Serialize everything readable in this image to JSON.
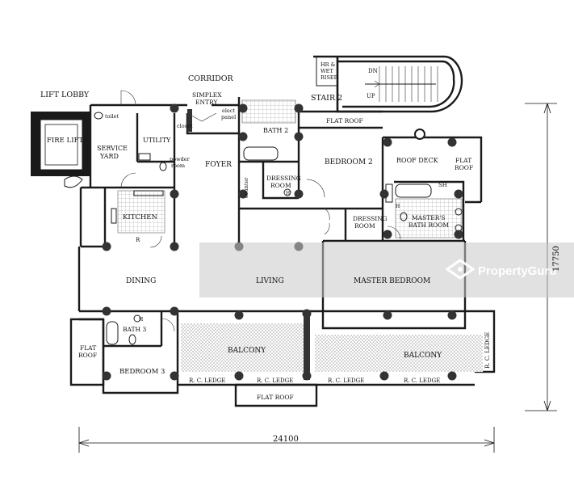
{
  "labels": {
    "lift_lobby": "LIFT LOBBY",
    "corridor": "CORRIDOR",
    "stair2": "STAIR 2",
    "hr_wet_riser_1": "HR &",
    "hr_wet_riser_2": "WET",
    "hr_wet_riser_3": "RISER",
    "dn": "DN",
    "up": "UP",
    "toilet": "toilet",
    "fire_lift": "FIRE LIFT",
    "service_yard_1": "SERVICE",
    "service_yard_2": "YARD",
    "utility": "UTILITY",
    "closet": "closet",
    "powder_room_1": "powder",
    "powder_room_2": "room",
    "simplex_entry_1": "SIMPLEX",
    "simplex_entry_2": "ENTRY",
    "elect_panel_1": "elect",
    "elect_panel_2": "panel",
    "bath2": "BATH 2",
    "flat_roof_top": "FLAT ROOF",
    "foyer": "FOYER",
    "bedroom2": "BEDROOM 2",
    "roof_deck": "ROOF DECK",
    "flat_roof_right_1": "FLAT",
    "flat_roof_right_2": "ROOF",
    "dressing_room_1": "DRESSING",
    "dressing_room_2": "ROOM",
    "counter": "counter",
    "kitchen": "KITCHEN",
    "r": "R",
    "sh": "SH",
    "dressing_room_master_1": "DRESSING",
    "dressing_room_master_2": "ROOM",
    "masters_bath_1": "MASTER'S",
    "masters_bath_2": "BATH ROOM",
    "dining": "DINING",
    "living": "LIVING",
    "master_bedroom": "MASTER BEDROOM",
    "bath3": "BATH 3",
    "flat_roof_left_1": "FLAT",
    "flat_roof_left_2": "ROOF",
    "balcony_left": "BALCONY",
    "balcony_right": "BALCONY",
    "bedroom3": "BEDROOM 3",
    "rc_ledge": "R. C. LEDGE",
    "flat_roof_bottom": "FLAT ROOF",
    "h": "H"
  },
  "dimensions": {
    "width": "24100",
    "height": "17750"
  },
  "watermark": {
    "brand": "PropertyGuru"
  }
}
